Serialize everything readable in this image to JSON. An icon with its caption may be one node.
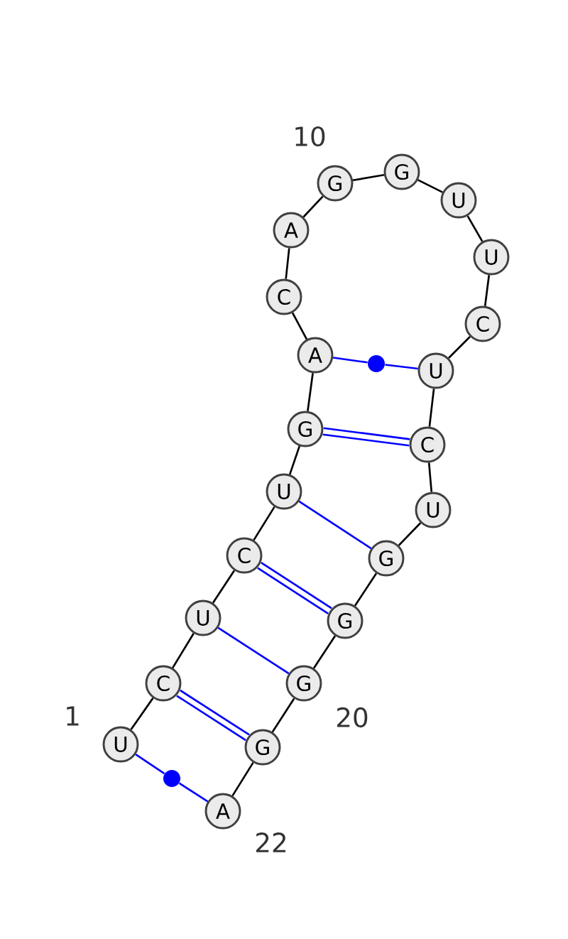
{
  "diagram": {
    "nodes": [
      {
        "text": [
          "U"
        ],
        "beside": [
          "1"
        ]
      },
      {
        "text": [
          "C"
        ]
      },
      {
        "text": [
          "U"
        ]
      },
      {
        "text": [
          "C"
        ]
      },
      {
        "text": [
          "U"
        ]
      },
      {
        "text": [
          "G"
        ]
      },
      {
        "text": [
          "A"
        ]
      },
      {
        "text": [
          "C"
        ]
      },
      {
        "text": [
          "A"
        ]
      },
      {
        "text": [
          "G"
        ],
        "beside": [
          "10"
        ]
      },
      {
        "text": [
          "G"
        ]
      },
      {
        "text": [
          "U"
        ]
      },
      {
        "text": [
          "U"
        ]
      },
      {
        "text": [
          "C"
        ]
      },
      {
        "text": [
          "U"
        ]
      },
      {
        "text": [
          "C"
        ]
      },
      {
        "text": [
          "U"
        ]
      },
      {
        "text": [
          "G"
        ]
      },
      {
        "text": [
          "G"
        ]
      },
      {
        "text": [
          "G"
        ],
        "beside": [
          "20"
        ]
      },
      {
        "text": [
          "G"
        ]
      },
      {
        "text": [
          "A"
        ],
        "beside": [
          "22"
        ]
      },
      {
        "text": [],
        "shape": "circle"
      },
      {
        "text": [],
        "shape": "circle"
      }
    ],
    "edges": [
      {
        "from": 0,
        "to": 1,
        "arrow": "none"
      },
      {
        "from": 1,
        "to": 2,
        "arrow": "none"
      },
      {
        "from": 2,
        "to": 3,
        "arrow": "none"
      },
      {
        "from": 3,
        "to": 4,
        "arrow": "none"
      },
      {
        "from": 4,
        "to": 5,
        "arrow": "none"
      },
      {
        "from": 5,
        "to": 6,
        "arrow": "none"
      },
      {
        "from": 6,
        "to": 7,
        "arrow": "none"
      },
      {
        "from": 7,
        "to": 8,
        "arrow": "none"
      },
      {
        "from": 8,
        "to": 9,
        "arrow": "none"
      },
      {
        "from": 9,
        "to": 10,
        "arrow": "none"
      },
      {
        "from": 10,
        "to": 11,
        "arrow": "none"
      },
      {
        "from": 11,
        "to": 12,
        "arrow": "none"
      },
      {
        "from": 12,
        "to": 13,
        "arrow": "none"
      },
      {
        "from": 13,
        "to": 14,
        "arrow": "none"
      },
      {
        "from": 14,
        "to": 15,
        "arrow": "none"
      },
      {
        "from": 15,
        "to": 16,
        "arrow": "none"
      },
      {
        "from": 16,
        "to": 17,
        "arrow": "none"
      },
      {
        "from": 17,
        "to": 18,
        "arrow": "none"
      },
      {
        "from": 18,
        "to": 19,
        "arrow": "none"
      },
      {
        "from": 19,
        "to": 20,
        "arrow": "none"
      },
      {
        "from": 20,
        "to": 21,
        "arrow": "none"
      },
      {
        "from": 0,
        "to": 23,
        "arrow": "none",
        "color": "#0000ff"
      },
      {
        "from": 23,
        "to": 21,
        "arrow": "none",
        "color": "#0000ff"
      },
      {
        "from": 1,
        "to": 20,
        "arrow": "none",
        "color": "#0000ff"
      },
      {
        "from": 1,
        "to": 20,
        "arrow": "none",
        "color": "#0000ff"
      },
      {
        "from": 2,
        "to": 19,
        "arrow": "none",
        "color": "#0000ff"
      },
      {
        "from": 3,
        "to": 18,
        "arrow": "none",
        "color": "#0000ff"
      },
      {
        "from": 3,
        "to": 18,
        "arrow": "none",
        "color": "#0000ff"
      },
      {
        "from": 4,
        "to": 17,
        "arrow": "none",
        "color": "#0000ff"
      },
      {
        "from": 5,
        "to": 15,
        "arrow": "none",
        "color": "#0000ff"
      },
      {
        "from": 5,
        "to": 15,
        "arrow": "none",
        "color": "#0000ff"
      },
      {
        "from": 6,
        "to": 22,
        "arrow": "none",
        "color": "#0000ff"
      },
      {
        "from": 22,
        "to": 14,
        "arrow": "none",
        "color": "#0000ff"
      }
    ]
  }
}
